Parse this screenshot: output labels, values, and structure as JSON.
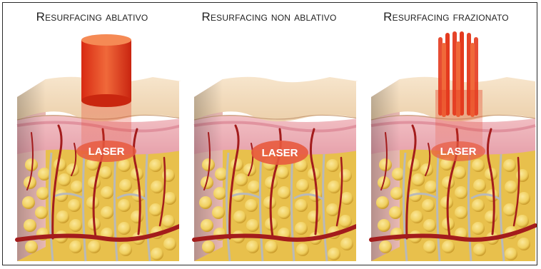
{
  "panels": [
    {
      "title": "Resurfacing ablativo",
      "label": "LASER",
      "type": "ablative"
    },
    {
      "title": "Resurfacing non ablativo",
      "label": "LASER",
      "type": "non-ablative"
    },
    {
      "title": "Resurfacing frazionato",
      "label": "LASER",
      "type": "fractional"
    }
  ],
  "colors": {
    "epidermis": "#f3dcc0",
    "dermis_pink": "#eeb4bc",
    "dermis_deep": "#d98a96",
    "fat": "#f0cf5e",
    "fat_shade": "#c99a2a",
    "septa": "#b8b8b8",
    "vessel": "#a31c1c",
    "laser": "#e43a1e",
    "laser_glow": "#f0693a"
  }
}
